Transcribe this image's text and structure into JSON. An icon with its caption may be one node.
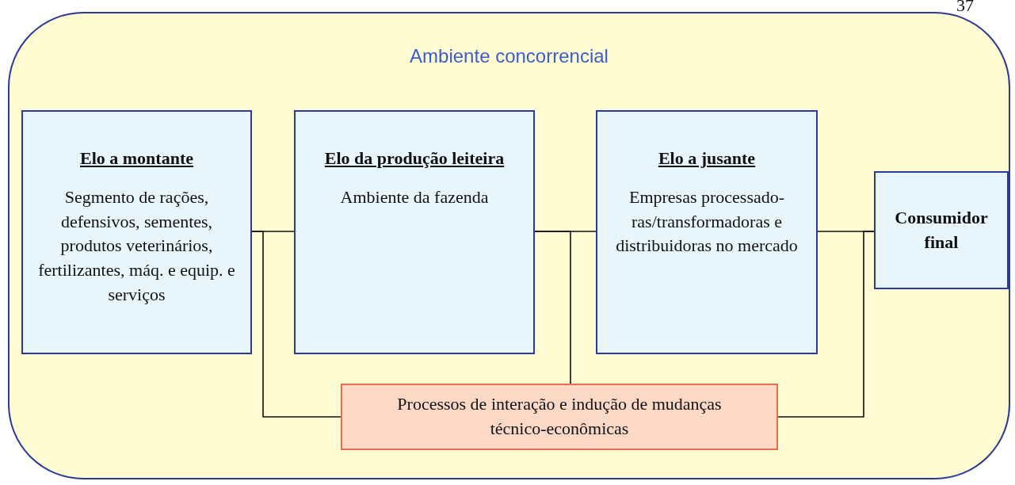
{
  "diagram": {
    "nodes": [
      {
        "text": [
          "Ambiente concorrencial"
        ]
      },
      {
        "text": [
          "Elo a montante",
          "Segmento de rações, defensivos, sementes, produtos veterinários, fertilizantes, máq. e equip. e serviços"
        ],
        "in": 0
      },
      {
        "text": [
          "Elo da produção leiteira",
          "Ambiente da fazenda"
        ],
        "in": 0
      },
      {
        "text": [
          "Elo a jusante",
          "Empresas processado- ras/transformadoras e distribuidoras no mercado"
        ],
        "in": 0
      },
      {
        "text": [
          "Consumidor final"
        ],
        "in": 0
      },
      {
        "text": [
          "Processos de interação e indução de mudanças técnico-econômicas"
        ],
        "in": 0
      }
    ],
    "edges": [
      {
        "from": 1,
        "to": 2,
        "arrow": "none"
      },
      {
        "from": 2,
        "to": 3,
        "arrow": "none"
      },
      {
        "from": 3,
        "to": 4,
        "arrow": "none"
      },
      {
        "from": 5,
        "to": 1,
        "arrow": "none"
      },
      {
        "from": 5,
        "to": 2,
        "arrow": "none"
      },
      {
        "from": 5,
        "to": 4,
        "arrow": "none"
      }
    ],
    "labels": [
      "37"
    ]
  }
}
